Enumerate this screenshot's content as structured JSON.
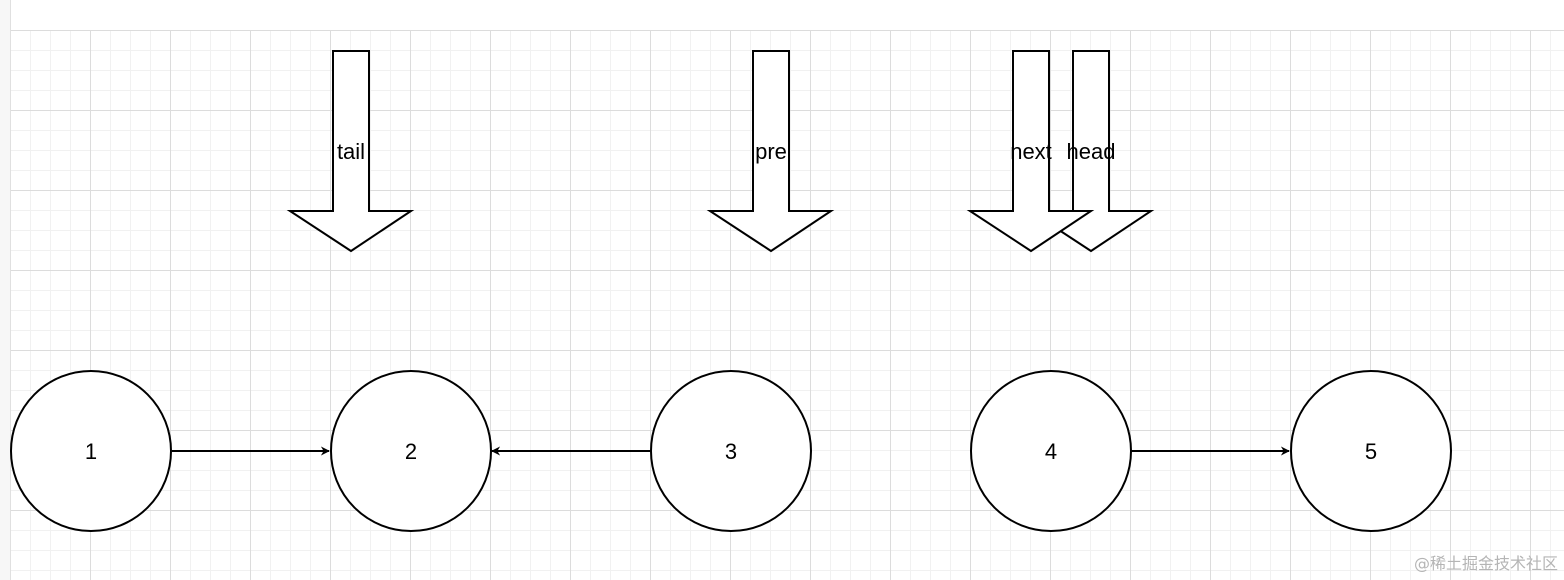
{
  "diagram": {
    "nodes": [
      {
        "id": "n1",
        "label": "1"
      },
      {
        "id": "n2",
        "label": "2"
      },
      {
        "id": "n3",
        "label": "3"
      },
      {
        "id": "n4",
        "label": "4"
      },
      {
        "id": "n5",
        "label": "5"
      }
    ],
    "edges": [
      {
        "from": "n1",
        "to": "n2"
      },
      {
        "from": "n3",
        "to": "n2"
      },
      {
        "from": "n4",
        "to": "n5"
      }
    ],
    "pointers": [
      {
        "id": "p-tail",
        "label": "tail",
        "target": "n2"
      },
      {
        "id": "p-pre",
        "label": "pre",
        "target": "n3"
      },
      {
        "id": "p-next",
        "label": "next",
        "target": "n4"
      },
      {
        "id": "p-head",
        "label": "head",
        "target": "n4"
      }
    ]
  },
  "watermark": "@稀土掘金技术社区",
  "colors": {
    "stroke": "#000000",
    "fill": "#ffffff",
    "grid": "#dcdcdc"
  }
}
